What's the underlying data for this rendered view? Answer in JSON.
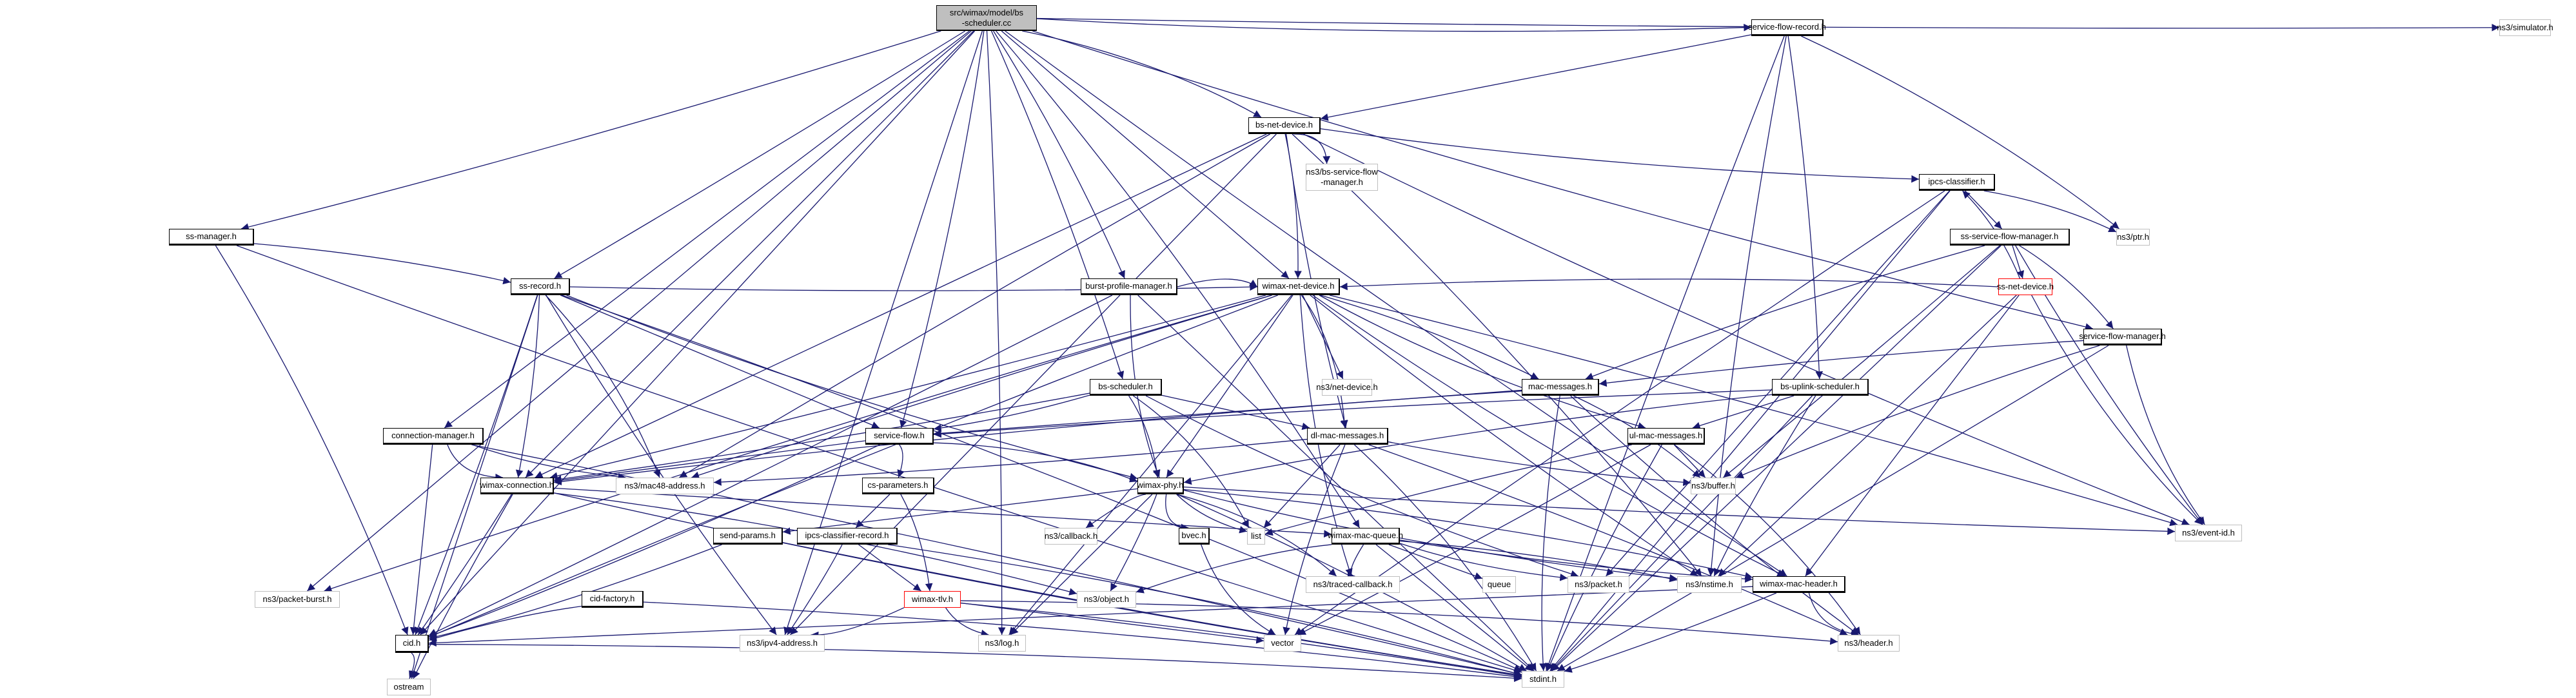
{
  "diagram": {
    "type": "include-dependency-graph",
    "root": "src/wimax/model/bs-scheduler.cc",
    "edge_color": "#191970",
    "nodes": [
      {
        "id": "root",
        "label": "src/wimax/model/bs\n-scheduler.cc",
        "kind": "root"
      },
      {
        "id": "ss-manager",
        "label": "ss-manager.h",
        "kind": "doc"
      },
      {
        "id": "ss-record",
        "label": "ss-record.h",
        "kind": "doc"
      },
      {
        "id": "connection-manager",
        "label": "connection-manager.h",
        "kind": "doc"
      },
      {
        "id": "burst-profile-manager",
        "label": "burst-profile-manager.h",
        "kind": "doc"
      },
      {
        "id": "bs-net-device",
        "label": "bs-net-device.h",
        "kind": "doc"
      },
      {
        "id": "bs-service-flow-manager",
        "label": "ns3/bs-service-flow\n-manager.h",
        "kind": "ext"
      },
      {
        "id": "service-flow-record",
        "label": "service-flow-record.h",
        "kind": "doc"
      },
      {
        "id": "ns3-simulator",
        "label": "ns3/simulator.h",
        "kind": "ext"
      },
      {
        "id": "ipcs-classifier",
        "label": "ipcs-classifier.h",
        "kind": "doc"
      },
      {
        "id": "ns3-ptr",
        "label": "ns3/ptr.h",
        "kind": "ext"
      },
      {
        "id": "ss-service-flow-manager",
        "label": "ss-service-flow-manager.h",
        "kind": "doc"
      },
      {
        "id": "ss-net-device",
        "label": "ss-net-device.h",
        "kind": "red"
      },
      {
        "id": "service-flow-manager",
        "label": "service-flow-manager.h",
        "kind": "doc"
      },
      {
        "id": "wimax-net-device",
        "label": "wimax-net-device.h",
        "kind": "doc"
      },
      {
        "id": "bs-scheduler",
        "label": "bs-scheduler.h",
        "kind": "doc"
      },
      {
        "id": "ns3-net-device",
        "label": "ns3/net-device.h",
        "kind": "ext"
      },
      {
        "id": "mac-messages",
        "label": "mac-messages.h",
        "kind": "doc"
      },
      {
        "id": "bs-uplink-scheduler",
        "label": "bs-uplink-scheduler.h",
        "kind": "doc"
      },
      {
        "id": "service-flow",
        "label": "service-flow.h",
        "kind": "doc"
      },
      {
        "id": "dl-mac-messages",
        "label": "dl-mac-messages.h",
        "kind": "doc"
      },
      {
        "id": "ul-mac-messages",
        "label": "ul-mac-messages.h",
        "kind": "doc"
      },
      {
        "id": "wimax-connection",
        "label": "wimax-connection.h",
        "kind": "doc"
      },
      {
        "id": "ns3-mac48-address",
        "label": "ns3/mac48-address.h",
        "kind": "ext"
      },
      {
        "id": "cs-parameters",
        "label": "cs-parameters.h",
        "kind": "doc"
      },
      {
        "id": "ns3-buffer",
        "label": "ns3/buffer.h",
        "kind": "ext"
      },
      {
        "id": "wimax-phy",
        "label": "wimax-phy.h",
        "kind": "doc"
      },
      {
        "id": "send-params",
        "label": "send-params.h",
        "kind": "doc"
      },
      {
        "id": "ipcs-classifier-record",
        "label": "ipcs-classifier-record.h",
        "kind": "doc"
      },
      {
        "id": "ns3-callback",
        "label": "ns3/callback.h",
        "kind": "ext"
      },
      {
        "id": "bvec",
        "label": "bvec.h",
        "kind": "doc"
      },
      {
        "id": "list",
        "label": "list",
        "kind": "ext"
      },
      {
        "id": "wimax-mac-queue",
        "label": "wimax-mac-queue.h",
        "kind": "doc"
      },
      {
        "id": "ns3-event-id",
        "label": "ns3/event-id.h",
        "kind": "ext"
      },
      {
        "id": "ns3-packet-burst",
        "label": "ns3/packet-burst.h",
        "kind": "ext"
      },
      {
        "id": "cid-factory",
        "label": "cid-factory.h",
        "kind": "doc"
      },
      {
        "id": "wimax-tlv",
        "label": "wimax-tlv.h",
        "kind": "red"
      },
      {
        "id": "ns3-object",
        "label": "ns3/object.h",
        "kind": "ext"
      },
      {
        "id": "ns3-traced-callback",
        "label": "ns3/traced-callback.h",
        "kind": "ext"
      },
      {
        "id": "queue",
        "label": "queue",
        "kind": "ext"
      },
      {
        "id": "ns3-packet",
        "label": "ns3/packet.h",
        "kind": "ext"
      },
      {
        "id": "ns3-nstime",
        "label": "ns3/nstime.h",
        "kind": "ext"
      },
      {
        "id": "wimax-mac-header",
        "label": "wimax-mac-header.h",
        "kind": "doc"
      },
      {
        "id": "cid",
        "label": "cid.h",
        "kind": "doc"
      },
      {
        "id": "ns3-ipv4-address",
        "label": "ns3/ipv4-address.h",
        "kind": "ext"
      },
      {
        "id": "ns3-log",
        "label": "ns3/log.h",
        "kind": "ext"
      },
      {
        "id": "vector",
        "label": "vector",
        "kind": "ext"
      },
      {
        "id": "ns3-header",
        "label": "ns3/header.h",
        "kind": "ext"
      },
      {
        "id": "ostream",
        "label": "ostream",
        "kind": "ext"
      },
      {
        "id": "stdint",
        "label": "stdint.h",
        "kind": "ext"
      }
    ],
    "edges": [
      [
        "root",
        "ss-manager"
      ],
      [
        "root",
        "ss-record"
      ],
      [
        "root",
        "connection-manager"
      ],
      [
        "root",
        "burst-profile-manager"
      ],
      [
        "root",
        "bs-net-device"
      ],
      [
        "root",
        "service-flow-record"
      ],
      [
        "root",
        "ns3-simulator"
      ],
      [
        "root",
        "wimax-net-device"
      ],
      [
        "root",
        "bs-scheduler"
      ],
      [
        "root",
        "service-flow"
      ],
      [
        "root",
        "wimax-connection"
      ],
      [
        "root",
        "cid"
      ],
      [
        "root",
        "ns3-packet-burst"
      ],
      [
        "root",
        "ns3-log"
      ],
      [
        "root",
        "wimax-mac-queue"
      ],
      [
        "root",
        "service-flow-manager"
      ],
      [
        "root",
        "wimax-mac-header"
      ],
      [
        "root",
        "ns3-ipv4-address"
      ],
      [
        "ss-manager",
        "ss-record"
      ],
      [
        "ss-manager",
        "cid"
      ],
      [
        "ss-manager",
        "stdint"
      ],
      [
        "ss-record",
        "wimax-net-device"
      ],
      [
        "ss-record",
        "service-flow"
      ],
      [
        "ss-record",
        "wimax-connection"
      ],
      [
        "ss-record",
        "ns3-mac48-address"
      ],
      [
        "ss-record",
        "wimax-phy"
      ],
      [
        "ss-record",
        "ns3-ipv4-address"
      ],
      [
        "ss-record",
        "ostream"
      ],
      [
        "ss-record",
        "cid"
      ],
      [
        "ss-record",
        "stdint"
      ],
      [
        "connection-manager",
        "wimax-connection"
      ],
      [
        "connection-manager",
        "ns3-mac48-address"
      ],
      [
        "connection-manager",
        "cid"
      ],
      [
        "connection-manager",
        "stdint"
      ],
      [
        "burst-profile-manager",
        "wimax-net-device"
      ],
      [
        "burst-profile-manager",
        "wimax-phy"
      ],
      [
        "burst-profile-manager",
        "cid"
      ],
      [
        "burst-profile-manager",
        "stdint"
      ],
      [
        "bs-net-device",
        "wimax-net-device"
      ],
      [
        "bs-net-device",
        "bs-service-flow-manager"
      ],
      [
        "bs-net-device",
        "ipcs-classifier"
      ],
      [
        "bs-net-device",
        "dl-mac-messages"
      ],
      [
        "bs-net-device",
        "wimax-connection"
      ],
      [
        "bs-net-device",
        "ns3-mac48-address"
      ],
      [
        "bs-net-device",
        "ns3-nstime"
      ],
      [
        "bs-net-device",
        "ns3-event-id"
      ],
      [
        "bs-net-device",
        "ns3-ipv4-address"
      ],
      [
        "service-flow-record",
        "bs-net-device"
      ],
      [
        "service-flow-record",
        "bs-uplink-scheduler"
      ],
      [
        "service-flow-record",
        "ns3-ptr"
      ],
      [
        "service-flow-record",
        "ns3-nstime"
      ],
      [
        "service-flow-record",
        "stdint"
      ],
      [
        "ipcs-classifier",
        "ss-service-flow-manager"
      ],
      [
        "ipcs-classifier",
        "ns3-ptr"
      ],
      [
        "ipcs-classifier",
        "vector"
      ],
      [
        "ipcs-classifier",
        "ns3-packet"
      ],
      [
        "ipcs-classifier",
        "stdint"
      ],
      [
        "ss-service-flow-manager",
        "ss-net-device"
      ],
      [
        "ss-service-flow-manager",
        "service-flow-manager"
      ],
      [
        "ss-service-flow-manager",
        "mac-messages"
      ],
      [
        "ss-service-flow-manager",
        "ns3-buffer"
      ],
      [
        "ss-service-flow-manager",
        "ns3-event-id"
      ],
      [
        "ss-service-flow-manager",
        "stdint"
      ],
      [
        "ss-net-device",
        "ipcs-classifier"
      ],
      [
        "ss-net-device",
        "wimax-net-device"
      ],
      [
        "ss-net-device",
        "ns3-event-id"
      ],
      [
        "ss-net-device",
        "wimax-mac-header"
      ],
      [
        "ss-net-device",
        "ns3-nstime"
      ],
      [
        "service-flow-manager",
        "mac-messages"
      ],
      [
        "service-flow-manager",
        "ns3-buffer"
      ],
      [
        "service-flow-manager",
        "ns3-event-id"
      ],
      [
        "service-flow-manager",
        "stdint"
      ],
      [
        "wimax-net-device",
        "ns3-net-device"
      ],
      [
        "wimax-net-device",
        "mac-messages"
      ],
      [
        "wimax-net-device",
        "dl-mac-messages"
      ],
      [
        "wimax-net-device",
        "ul-mac-messages"
      ],
      [
        "wimax-net-device",
        "wimax-connection"
      ],
      [
        "wimax-net-device",
        "wimax-phy"
      ],
      [
        "wimax-net-device",
        "ns3-mac48-address"
      ],
      [
        "wimax-net-device",
        "ns3-packet-burst"
      ],
      [
        "wimax-net-device",
        "ns3-traced-callback"
      ],
      [
        "wimax-net-device",
        "ns3-nstime"
      ],
      [
        "wimax-net-device",
        "ns3-log"
      ],
      [
        "wimax-net-device",
        "ns3-event-id"
      ],
      [
        "wimax-net-device",
        "cid"
      ],
      [
        "wimax-net-device",
        "wimax-mac-header"
      ],
      [
        "bs-scheduler",
        "service-flow"
      ],
      [
        "bs-scheduler",
        "dl-mac-messages"
      ],
      [
        "bs-scheduler",
        "wimax-phy"
      ],
      [
        "bs-scheduler",
        "list"
      ],
      [
        "bs-scheduler",
        "ns3-packet"
      ],
      [
        "bs-scheduler",
        "wimax-connection"
      ],
      [
        "mac-messages",
        "service-flow"
      ],
      [
        "mac-messages",
        "ns3-buffer"
      ],
      [
        "mac-messages",
        "wimax-connection"
      ],
      [
        "mac-messages",
        "stdint"
      ],
      [
        "mac-messages",
        "ns3-header"
      ],
      [
        "bs-uplink-scheduler",
        "ul-mac-messages"
      ],
      [
        "bs-uplink-scheduler",
        "service-flow"
      ],
      [
        "bs-uplink-scheduler",
        "wimax-phy"
      ],
      [
        "bs-uplink-scheduler",
        "ns3-nstime"
      ],
      [
        "bs-uplink-scheduler",
        "stdint"
      ],
      [
        "service-flow",
        "wimax-connection"
      ],
      [
        "service-flow",
        "cs-parameters"
      ],
      [
        "service-flow",
        "wimax-phy"
      ],
      [
        "service-flow",
        "cid"
      ],
      [
        "dl-mac-messages",
        "ns3-buffer"
      ],
      [
        "dl-mac-messages",
        "list"
      ],
      [
        "dl-mac-messages",
        "ns3-header"
      ],
      [
        "dl-mac-messages",
        "stdint"
      ],
      [
        "dl-mac-messages",
        "vector"
      ],
      [
        "dl-mac-messages",
        "ns3-mac48-address"
      ],
      [
        "ul-mac-messages",
        "ns3-buffer"
      ],
      [
        "ul-mac-messages",
        "list"
      ],
      [
        "ul-mac-messages",
        "ns3-header"
      ],
      [
        "ul-mac-messages",
        "stdint"
      ],
      [
        "ul-mac-messages",
        "vector"
      ],
      [
        "wimax-connection",
        "wimax-mac-queue"
      ],
      [
        "wimax-connection",
        "cid"
      ],
      [
        "wimax-connection",
        "ns3-object"
      ],
      [
        "wimax-connection",
        "stdint"
      ],
      [
        "wimax-connection",
        "ostream"
      ],
      [
        "cs-parameters",
        "ipcs-classifier-record"
      ],
      [
        "cs-parameters",
        "wimax-tlv"
      ],
      [
        "wimax-phy",
        "ns3-callback"
      ],
      [
        "wimax-phy",
        "bvec"
      ],
      [
        "wimax-phy",
        "list"
      ],
      [
        "wimax-phy",
        "send-params"
      ],
      [
        "wimax-phy",
        "ns3-object"
      ],
      [
        "wimax-phy",
        "ns3-traced-callback"
      ],
      [
        "wimax-phy",
        "ns3-nstime"
      ],
      [
        "wimax-phy",
        "ns3-event-id"
      ],
      [
        "wimax-phy",
        "ns3-log"
      ],
      [
        "wimax-phy",
        "stdint"
      ],
      [
        "wimax-phy",
        "wimax-mac-header"
      ],
      [
        "send-params",
        "cid"
      ],
      [
        "send-params",
        "stdint"
      ],
      [
        "ipcs-classifier-record",
        "wimax-tlv"
      ],
      [
        "ipcs-classifier-record",
        "ns3-ipv4-address"
      ],
      [
        "ipcs-classifier-record",
        "stdint"
      ],
      [
        "bvec",
        "vector"
      ],
      [
        "wimax-mac-queue",
        "ns3-packet"
      ],
      [
        "wimax-mac-queue",
        "queue"
      ],
      [
        "wimax-mac-queue",
        "ns3-nstime"
      ],
      [
        "wimax-mac-queue",
        "ns3-object"
      ],
      [
        "wimax-mac-queue",
        "ns3-traced-callback"
      ],
      [
        "wimax-mac-queue",
        "wimax-mac-header"
      ],
      [
        "wimax-mac-queue",
        "stdint"
      ],
      [
        "cid-factory",
        "cid"
      ],
      [
        "cid-factory",
        "stdint"
      ],
      [
        "wimax-tlv",
        "ns3-ipv4-address"
      ],
      [
        "wimax-tlv",
        "ns3-log"
      ],
      [
        "wimax-tlv",
        "vector"
      ],
      [
        "wimax-tlv",
        "stdint"
      ],
      [
        "wimax-tlv",
        "ns3-header"
      ],
      [
        "wimax-mac-header",
        "ns3-header"
      ],
      [
        "wimax-mac-header",
        "stdint"
      ],
      [
        "wimax-mac-header",
        "cid"
      ],
      [
        "cid",
        "ostream"
      ],
      [
        "cid",
        "stdint"
      ]
    ]
  }
}
